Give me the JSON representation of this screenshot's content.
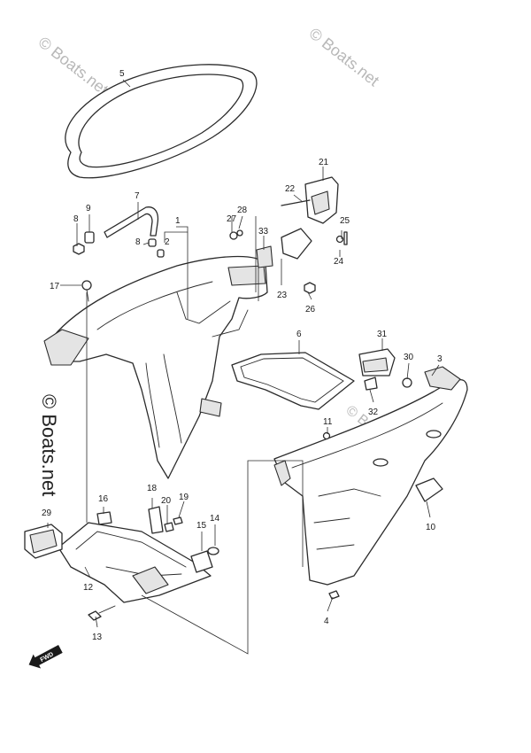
{
  "watermarks": {
    "top_left": "© Boats.net",
    "top_right": "© Boats.net",
    "left_side": "© Boats.net",
    "mid": "© Boats.net"
  },
  "direction_marker": {
    "label": "FWD",
    "icon": "forward-arrow-icon"
  },
  "callouts": [
    {
      "id": "c1",
      "label": "1"
    },
    {
      "id": "c2",
      "label": "2"
    },
    {
      "id": "c3",
      "label": "3"
    },
    {
      "id": "c4",
      "label": "4"
    },
    {
      "id": "c5",
      "label": "5"
    },
    {
      "id": "c6",
      "label": "6"
    },
    {
      "id": "c7",
      "label": "7"
    },
    {
      "id": "c8a",
      "label": "8"
    },
    {
      "id": "c8b",
      "label": "8"
    },
    {
      "id": "c9",
      "label": "9"
    },
    {
      "id": "c10",
      "label": "10"
    },
    {
      "id": "c11",
      "label": "11"
    },
    {
      "id": "c12",
      "label": "12"
    },
    {
      "id": "c13",
      "label": "13"
    },
    {
      "id": "c14",
      "label": "14"
    },
    {
      "id": "c15",
      "label": "15"
    },
    {
      "id": "c16",
      "label": "16"
    },
    {
      "id": "c17",
      "label": "17"
    },
    {
      "id": "c18",
      "label": "18"
    },
    {
      "id": "c19",
      "label": "19"
    },
    {
      "id": "c20",
      "label": "20"
    },
    {
      "id": "c21",
      "label": "21"
    },
    {
      "id": "c22",
      "label": "22"
    },
    {
      "id": "c23",
      "label": "23"
    },
    {
      "id": "c24",
      "label": "24"
    },
    {
      "id": "c25",
      "label": "25"
    },
    {
      "id": "c26",
      "label": "26"
    },
    {
      "id": "c27",
      "label": "27"
    },
    {
      "id": "c28",
      "label": "28"
    },
    {
      "id": "c29",
      "label": "29"
    },
    {
      "id": "c30",
      "label": "30"
    },
    {
      "id": "c31",
      "label": "31"
    },
    {
      "id": "c32",
      "label": "32"
    },
    {
      "id": "c33",
      "label": "33"
    }
  ]
}
